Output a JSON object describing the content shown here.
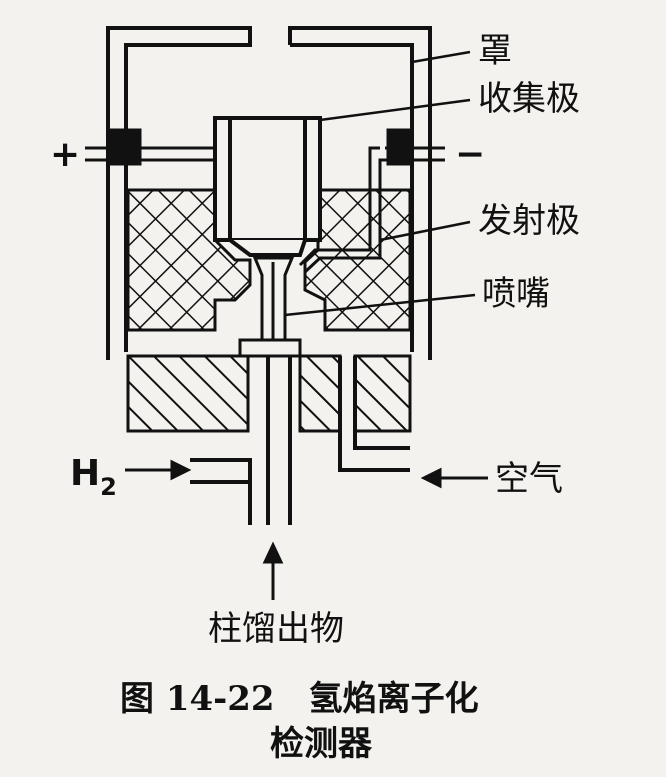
{
  "labels": {
    "shield": "罩",
    "collector": "收集极",
    "emitter": "发射极",
    "nozzle": "喷嘴",
    "plus": "+",
    "minus": "−",
    "h2_symbol": "H",
    "h2_subscript": "2",
    "air": "空气",
    "column_effluent": "柱馏出物"
  },
  "caption": {
    "line1": "图 14-22　氢焰离子化",
    "line2": "检测器"
  },
  "colors": {
    "ink": "#111111",
    "paper": "#f4f2ee"
  }
}
